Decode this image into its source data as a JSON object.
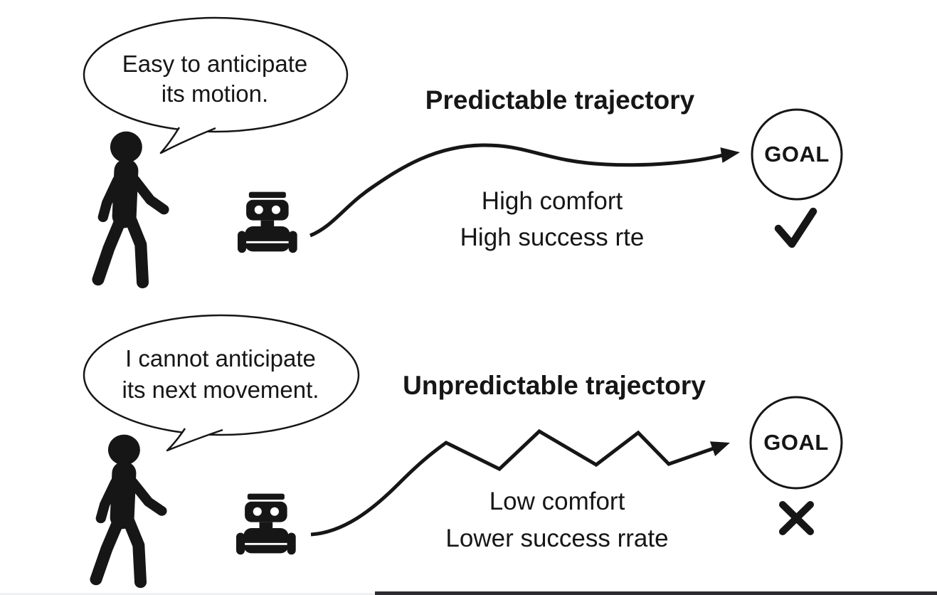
{
  "figure": {
    "background": "#ffffff",
    "ink": "#161616"
  },
  "panels": [
    {
      "bubble_line1": "Easy to anticipate",
      "bubble_line2": "its motion.",
      "title": "Predictable trajectory",
      "note_line1": "High comfort",
      "note_line2": "High success rte",
      "goal_label": "GOAL",
      "result": "check",
      "trajectory_style": "smooth-curve"
    },
    {
      "bubble_line1": "I cannot anticipate",
      "bubble_line2": "its next movement.",
      "title": "Unpredictable trajectory",
      "note_line1": "Low comfort",
      "note_line2": "Lower success rrate",
      "goal_label": "GOAL",
      "result": "cross",
      "trajectory_style": "zigzag"
    }
  ],
  "icons": {
    "person": "walking-person-silhouette",
    "robot": "wheeled-robot-silhouette",
    "check": "✓",
    "cross": "✕"
  }
}
